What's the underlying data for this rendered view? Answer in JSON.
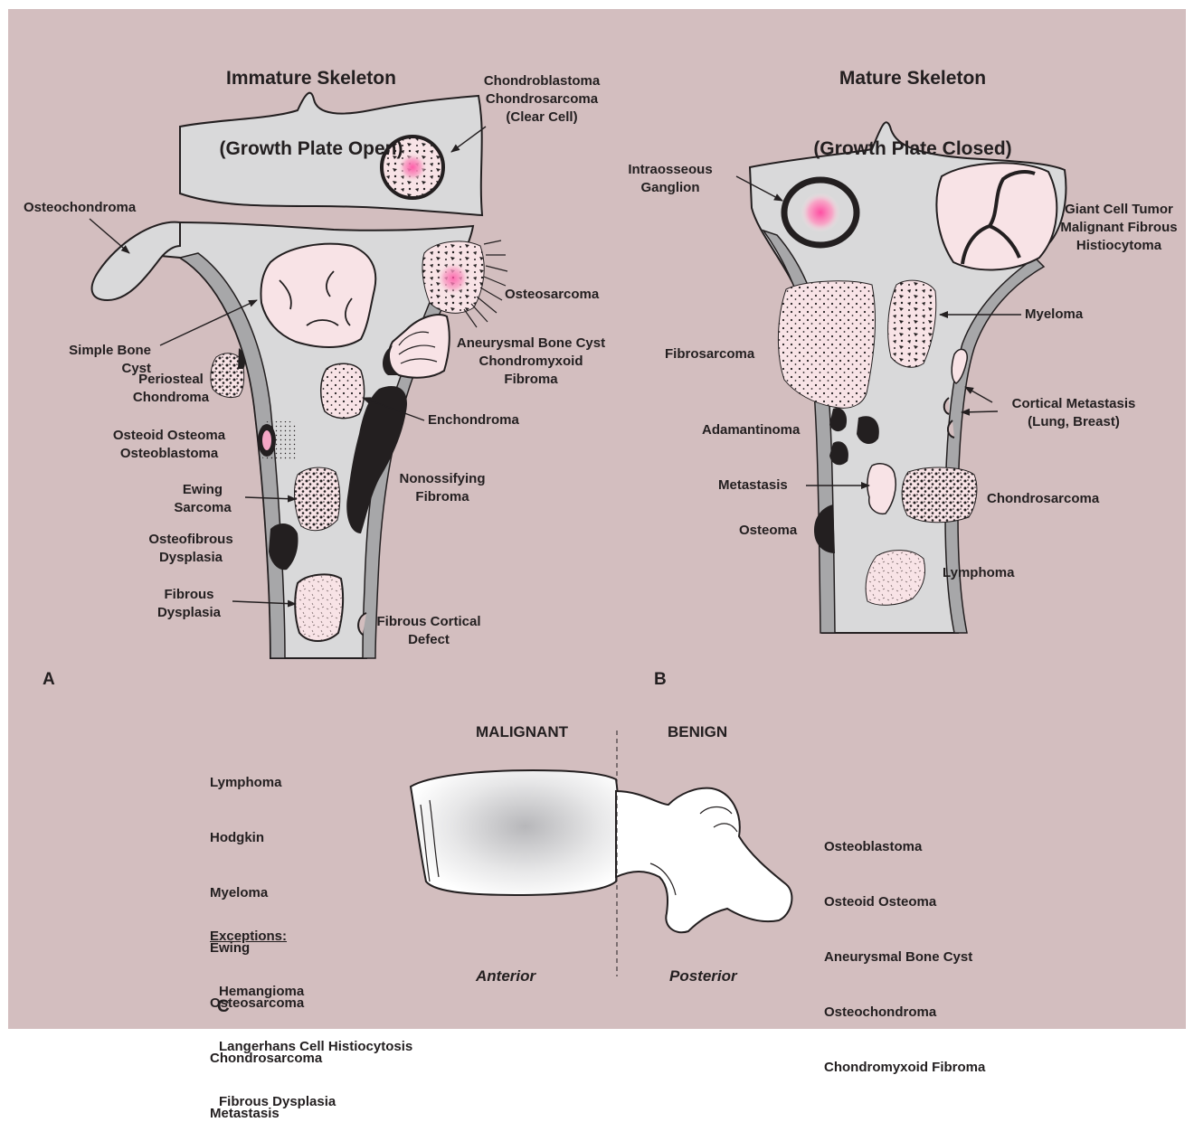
{
  "panel_a": {
    "letter": "A",
    "title_line1": "Immature Skeleton",
    "title_line2": "(Growth Plate Open)",
    "labels": {
      "chondroblastoma": "Chondroblastoma\nChondrosarcoma\n(Clear Cell)",
      "osteochondroma": "Osteochondroma",
      "osteosarcoma": "Osteosarcoma",
      "simple_bone_cyst": "Simple Bone\nCyst",
      "aneurysmal": "Aneurysmal Bone Cyst\nChondromyxoid\nFibroma",
      "periosteal": "Periosteal\nChondroma",
      "enchondroma": "Enchondroma",
      "osteoid_osteoma": "Osteoid Osteoma\nOsteoblastoma",
      "nonossifying": "Nonossifying\nFibroma",
      "ewing": "Ewing\nSarcoma",
      "osteofibrous": "Osteofibrous\nDysplasia",
      "fibrous_dysplasia": "Fibrous\nDysplasia",
      "fibrous_cortical": "Fibrous Cortical\nDefect"
    }
  },
  "panel_b": {
    "letter": "B",
    "title_line1": "Mature Skeleton",
    "title_line2": "(Growth Plate Closed)",
    "labels": {
      "intraosseous": "Intraosseous\nGanglion",
      "giant_cell": "Giant Cell Tumor\nMalignant Fibrous\nHistiocytoma",
      "myeloma": "Myeloma",
      "fibrosarcoma": "Fibrosarcoma",
      "cortical_metastasis": "Cortical Metastasis\n(Lung, Breast)",
      "adamantinoma": "Adamantinoma",
      "metastasis": "Metastasis",
      "chondrosarcoma": "Chondrosarcoma",
      "osteoma": "Osteoma",
      "lymphoma": "Lymphoma"
    }
  },
  "panel_c": {
    "letter": "C",
    "malignant_header": "MALIGNANT",
    "benign_header": "BENIGN",
    "anterior": "Anterior",
    "posterior": "Posterior",
    "malignant_list": [
      "Lymphoma",
      "Hodgkin",
      "Myeloma",
      "Ewing",
      "Osteosarcoma",
      "Chondrosarcoma",
      "Metastasis"
    ],
    "exceptions_title": "Exceptions:",
    "exceptions": [
      "Hemangioma",
      "Langerhans Cell Histiocytosis",
      "Fibrous Dysplasia"
    ],
    "benign_list": [
      "Osteoblastoma",
      "Osteoid Osteoma",
      "Aneurysmal Bone Cyst",
      "Osteochondroma",
      "Chondromyxoid Fibroma"
    ]
  },
  "colors": {
    "background": "#d3bebf",
    "bone": "#d9d9da",
    "cortex": "#a7a7a9",
    "lesion_pink": "#f8e3e6",
    "magenta": "#e0458f",
    "ink": "#231f20"
  }
}
